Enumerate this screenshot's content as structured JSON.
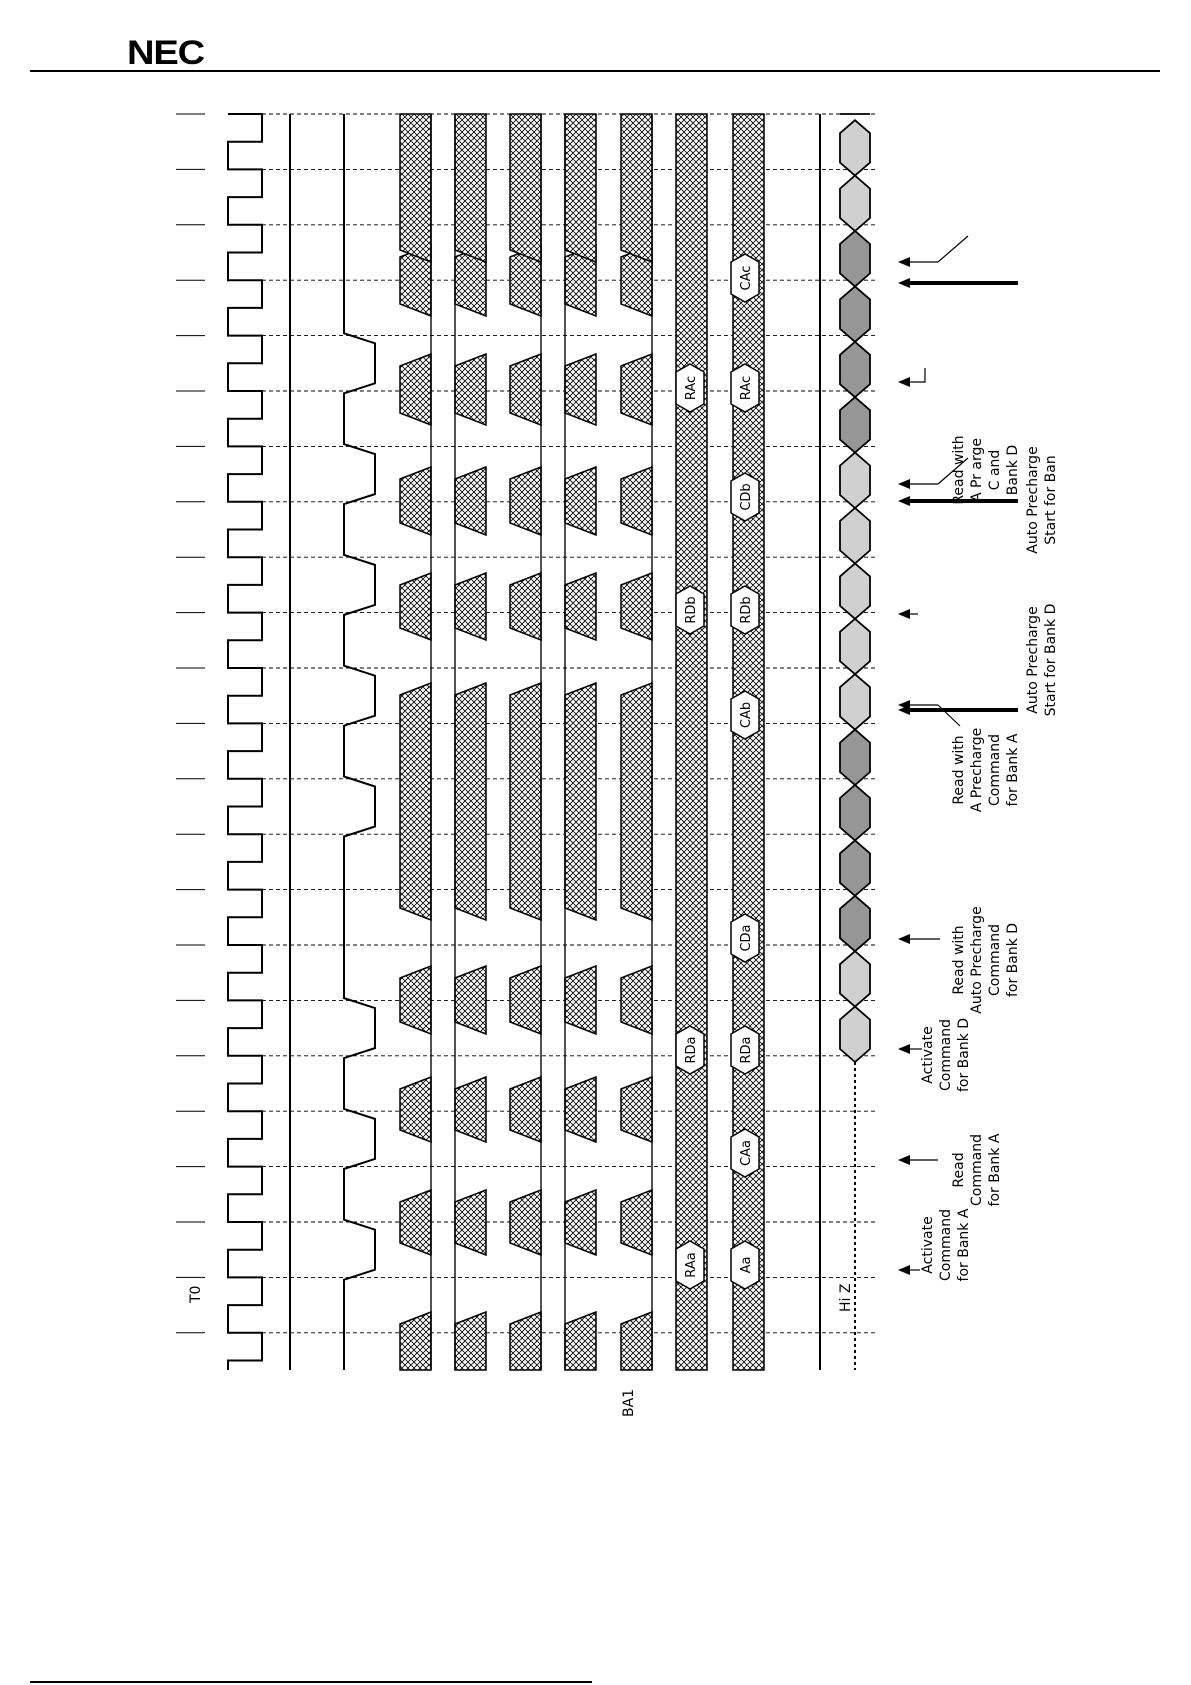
{
  "header": {
    "logo_text": "NEC"
  },
  "diagram": {
    "clock_label": "T0",
    "signal_label": "BA1",
    "hiz_label": "Hi Z",
    "cell_labels": [
      {
        "text": "RAa"
      },
      {
        "text": "Aa"
      },
      {
        "text": "CAa"
      },
      {
        "text": "RDa"
      },
      {
        "text": "RDa"
      },
      {
        "text": "CDa"
      },
      {
        "text": "CAb"
      },
      {
        "text": "RDb"
      },
      {
        "text": "RDb"
      },
      {
        "text": "CDb"
      },
      {
        "text": "RAc"
      },
      {
        "text": "RAc"
      },
      {
        "text": "CAc"
      }
    ],
    "annotations": [
      {
        "lines": [
          "Activate",
          "Command",
          "for Bank A"
        ]
      },
      {
        "lines": [
          "Read",
          "Command",
          "for Bank A"
        ]
      },
      {
        "lines": [
          "Activate",
          "Command",
          "for Bank D"
        ]
      },
      {
        "lines": [
          "Read with",
          "Auto Precharge",
          "Command",
          "for Bank D"
        ]
      },
      {
        "lines": [
          "Read with",
          "A      Precharge",
          "Command",
          "for Bank A"
        ]
      },
      {
        "lines": [
          "Auto Precharge",
          "Start for Bank D"
        ]
      },
      {
        "lines": [
          "Read with",
          "A      Pr        arge",
          "C          and",
          "Bank D"
        ]
      },
      {
        "lines": [
          "Auto Precharge",
          "Start for Ban"
        ]
      }
    ]
  },
  "colors": {
    "light_fill": "#d0d0d0",
    "dark_fill": "#969696",
    "hatch": "#000000"
  }
}
